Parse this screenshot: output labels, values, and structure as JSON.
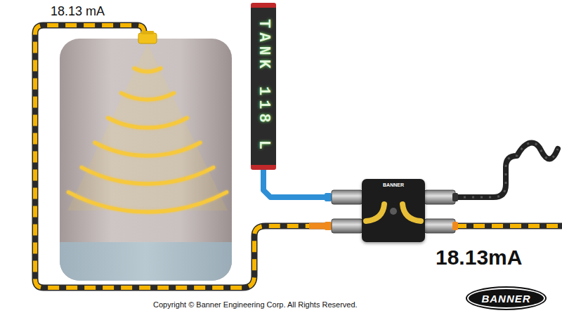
{
  "diagram": {
    "nodes": [
      {
        "text": [
          "TANK 118 L"
        ]
      },
      {
        "text": [
          "BANNER"
        ]
      },
      {
        "text": [
          "BANNER"
        ]
      }
    ],
    "edges": [
      {
        "from": 0,
        "to": 1,
        "arrow": "none"
      }
    ],
    "labels": [
      "18.13 mA",
      "18.13mA",
      "Copyright © Banner Engineering Corp. All Rights Reserved."
    ]
  }
}
